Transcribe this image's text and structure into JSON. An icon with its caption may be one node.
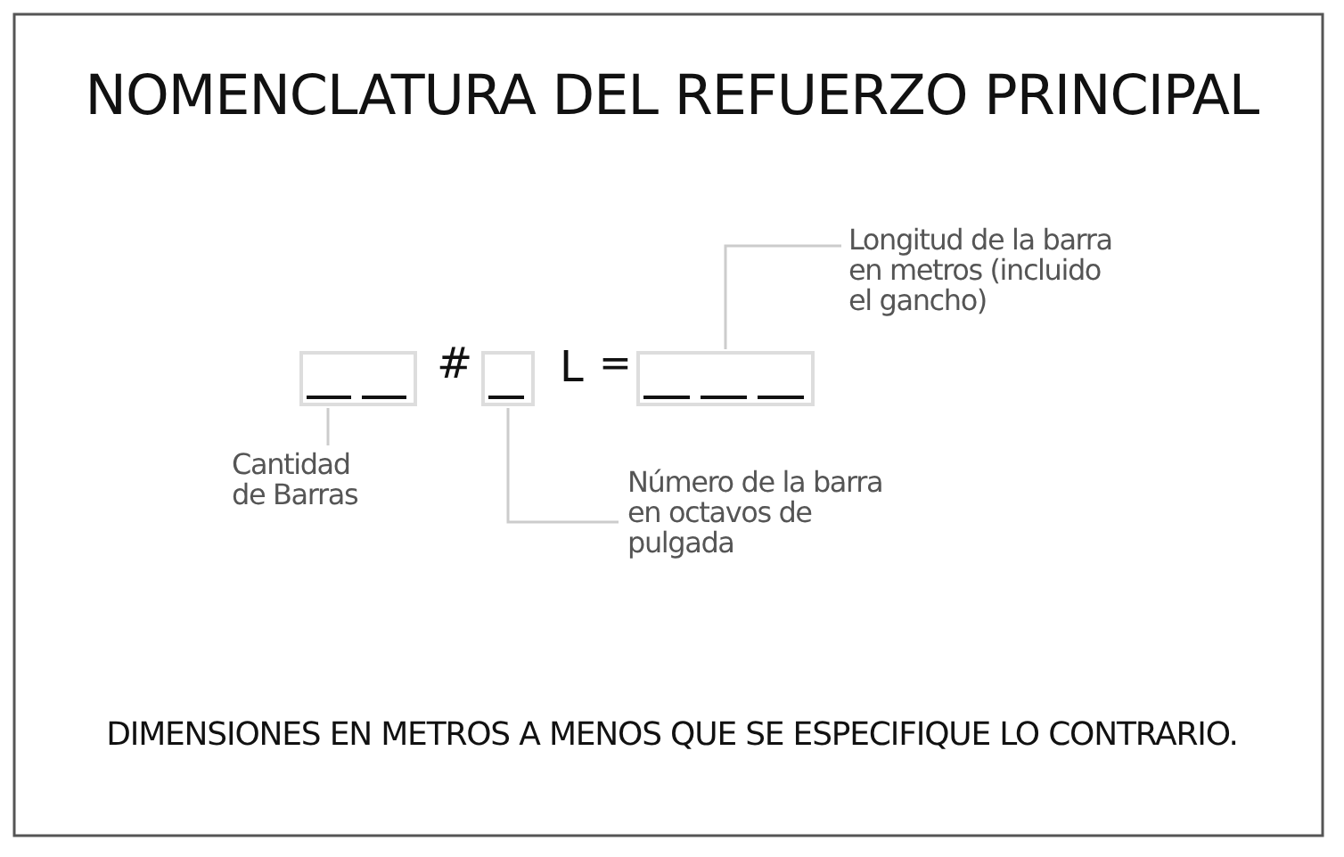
{
  "diagram": {
    "title": "NOMENCLATURA DEL REFUERZO PRINCIPAL",
    "caption": "DIMENSIONES EN METROS A MENOS QUE SE ESPECIFIQUE LO CONTRARIO.",
    "nodes": [
      {
        "text": [
          "Longitud de la barra en metros (incluido el gancho)"
        ]
      },
      {
        "text": [],
        "shape": "box"
      },
      {
        "text": [],
        "shape": "box"
      },
      {
        "text": [],
        "shape": "box"
      },
      {
        "text": [
          "Cantidad de Barras"
        ]
      },
      {
        "text": [
          "Número de la barra en octavos de pulgada"
        ]
      }
    ],
    "edges": [
      {
        "from": 4,
        "to": 1,
        "arrow": "none"
      },
      {
        "from": 5,
        "to": 2,
        "arrow": "none"
      },
      {
        "from": 0,
        "to": 3,
        "arrow": "none"
      }
    ],
    "labels": [
      "#",
      "L",
      "="
    ]
  }
}
